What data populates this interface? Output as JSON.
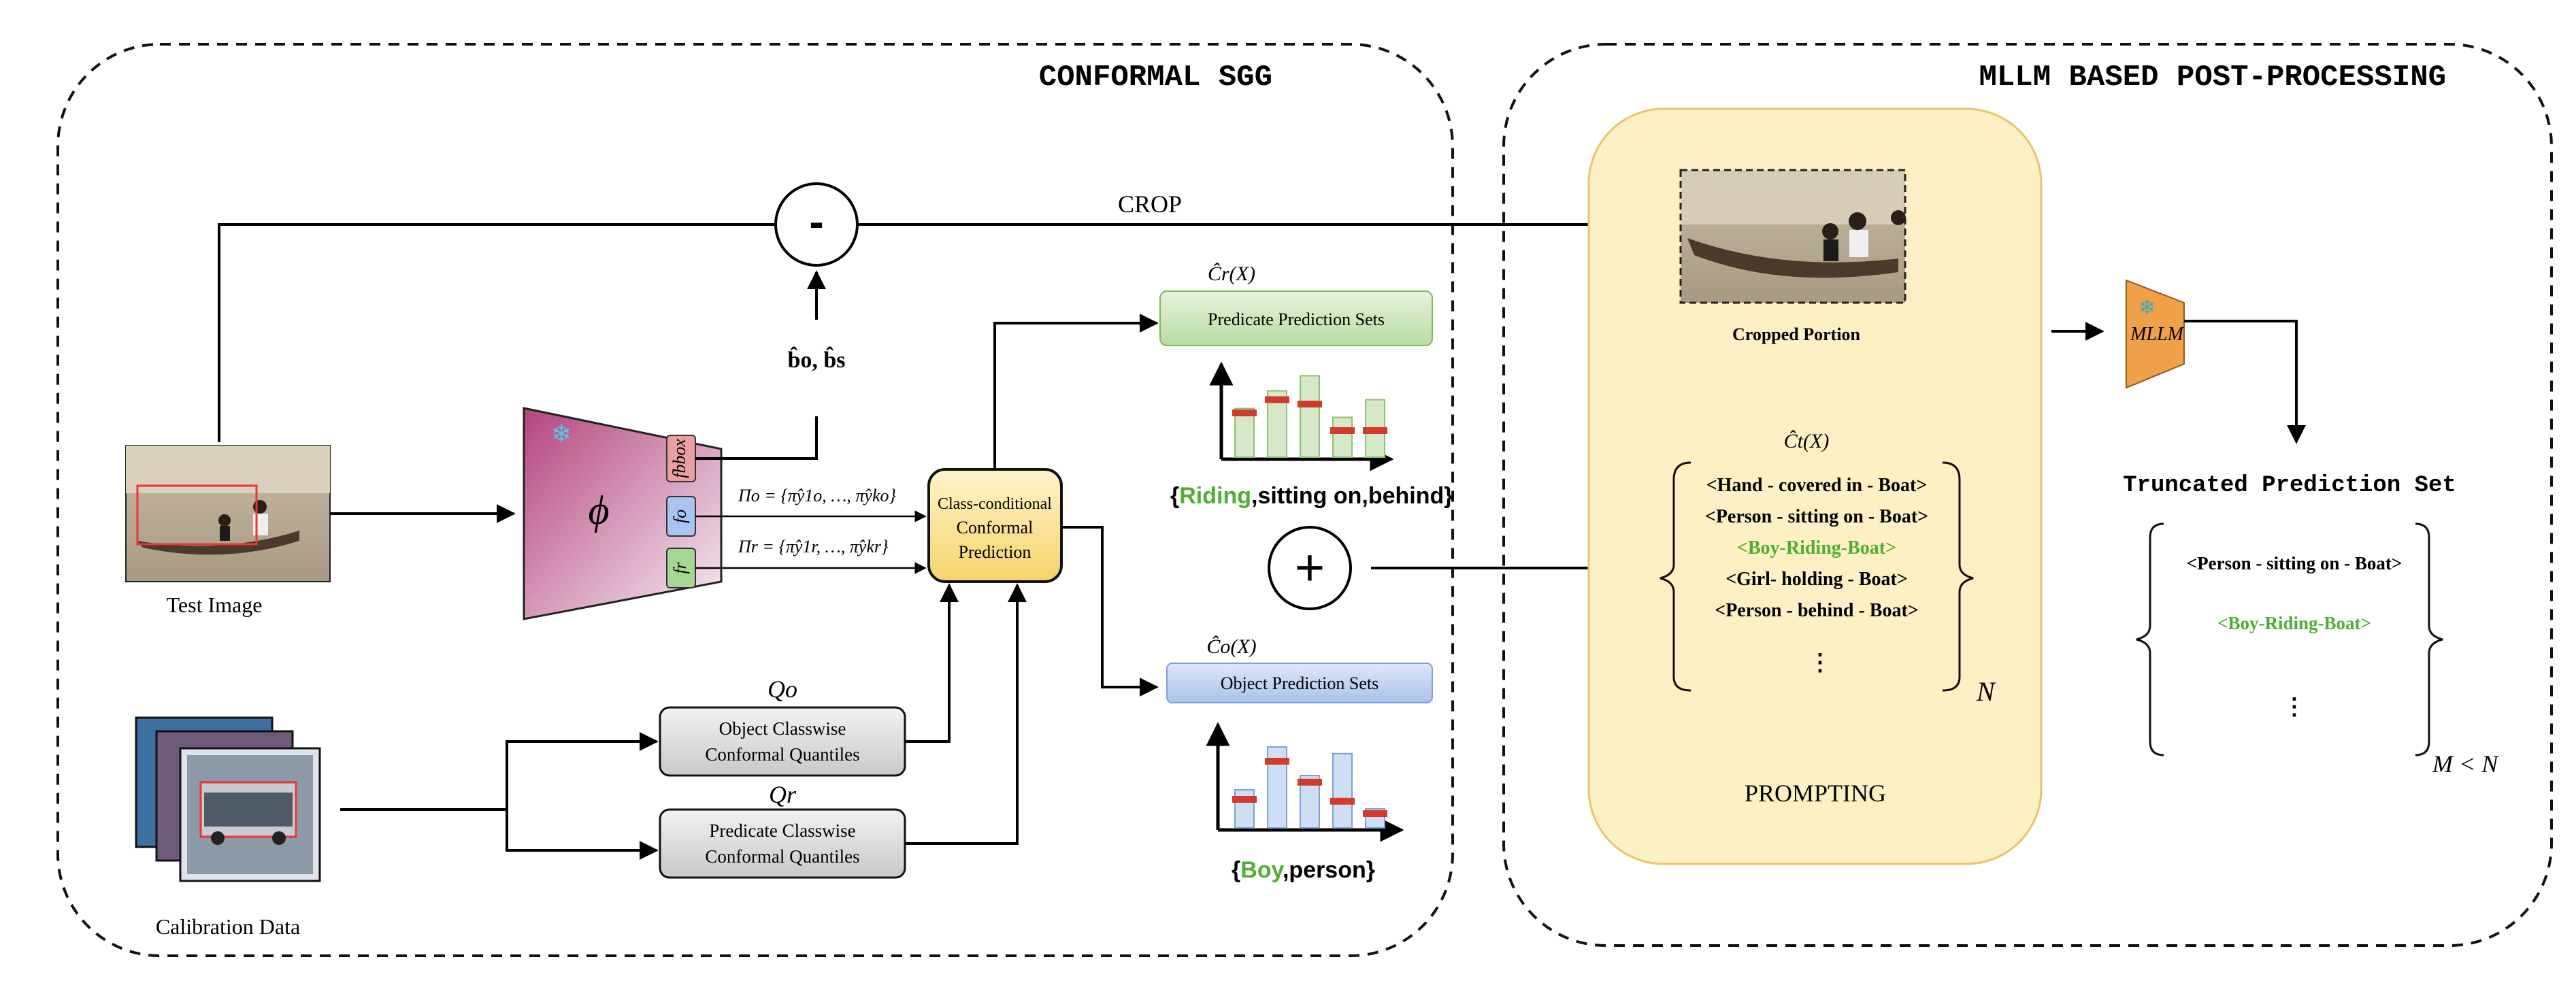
{
  "left_panel": {
    "title": "CONFORMAL SGG",
    "test_image_label": "Test Image",
    "calibration_label": "Calibration Data",
    "crop_label": "CROP",
    "subtract_symbol": "-",
    "bbox_label": "b̂o, b̂s",
    "model": {
      "phi": "ϕ",
      "heads": [
        "fbbox",
        "fo",
        "fr"
      ]
    },
    "pi_o": "Πo = {π̂y1o, …, π̂yko}",
    "pi_r": "Πr = {π̂y1r, …, π̂ykr}",
    "conformal_box": [
      "Class-conditional",
      "Conformal",
      "Prediction"
    ],
    "q_o": "Qo",
    "q_r": "Qr",
    "object_quantiles": [
      "Object Classwise",
      "Conformal Quantiles"
    ],
    "predicate_quantiles": [
      "Predicate Classwise",
      "Conformal Quantiles"
    ],
    "cr_label": "Ĉr(X)",
    "co_label": "Ĉo(X)",
    "predicate_sets_label": "Predicate Prediction Sets",
    "object_sets_label": "Object Prediction Sets",
    "predicate_set_example": {
      "open": "{",
      "highlight": "Riding",
      "rest": ",sitting on,behind}"
    },
    "object_set_example": {
      "open": "{",
      "highlight": "Boy",
      "rest": ",person}"
    },
    "plus_symbol": "+",
    "predicate_bars": [
      0.55,
      0.75,
      0.92,
      0.45,
      0.65
    ],
    "predicate_markers": [
      0.5,
      0.65,
      0.6,
      0.3,
      0.3
    ],
    "object_bars": [
      0.4,
      0.85,
      0.55,
      0.78,
      0.2
    ],
    "object_markers": [
      0.3,
      0.7,
      0.48,
      0.28,
      0.15
    ]
  },
  "right_panel": {
    "title": "MLLM BASED POST-PROCESSING",
    "cropped_label": "Cropped Portion",
    "ct_label": "Ĉt(X)",
    "triplets": [
      {
        "text": "<Hand - covered in - Boat>",
        "highlight": false
      },
      {
        "text": "<Person - sitting on - Boat>",
        "highlight": false
      },
      {
        "text": "<Boy-Riding-Boat>",
        "highlight": true
      },
      {
        "text": "<Girl- holding - Boat>",
        "highlight": false
      },
      {
        "text": "<Person - behind - Boat>",
        "highlight": false
      }
    ],
    "n_symbol": "N",
    "prompting_label": "PROMPTING",
    "mllm_label": "MLLM",
    "truncated_title": "Truncated Prediction Set",
    "truncated": [
      {
        "text": "<Person - sitting on - Boat>",
        "highlight": false
      },
      {
        "text": "<Boy-Riding-Boat>",
        "highlight": true
      }
    ],
    "m_condition": "M < N"
  },
  "colors": {
    "highlight_green": "#4fae33",
    "prompt_bg": "#fdf0c4",
    "prompt_border": "#e8c56a",
    "mllm_fill": "#f0a046",
    "phi_top": "#b9558e",
    "phi_bottom": "#f3e6ee",
    "conformal_fill": "#fbe08c",
    "green_box": "#c6e4b4",
    "blue_box": "#b8cdee",
    "bar_green": "#d5e9c9",
    "bar_blue": "#cddff4",
    "marker_red": "#d23a2a"
  },
  "icons": [
    "snowflake-icon",
    "image-thumbnail",
    "calibration-stack"
  ]
}
